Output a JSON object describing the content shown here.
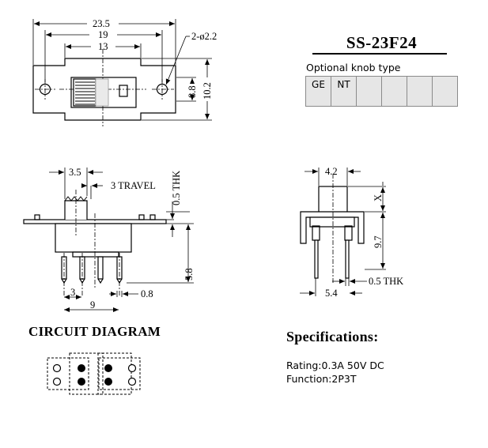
{
  "part_number": "SS-23F24",
  "optional_knob": {
    "label": "Optional knob type",
    "cells": [
      "GE",
      "NT",
      "",
      "",
      "",
      ""
    ]
  },
  "top_view": {
    "dim_overall": "23.5",
    "dim_hole_pitch": "19",
    "dim_slot": "13",
    "dim_holes": "2-ø2.2",
    "dim_height_inner": "8.8",
    "dim_height_outer": "10.2"
  },
  "side_view": {
    "dim_knob_width": "3.5",
    "travel": "3 TRAVEL",
    "thk": "0.5 THK",
    "dim_pin_length": "5.8",
    "dim_pin_pitch": "3",
    "dim_pin_span": "9",
    "dim_pin_width": "0.8"
  },
  "end_view": {
    "dim_knob": "4.2",
    "dim_knob_height": "X",
    "dim_body_height": "9.7",
    "thk": "0.5 THK",
    "dim_pin_span": "5.4"
  },
  "circuit_diagram": {
    "title": "CIRCUIT DIAGRAM"
  },
  "specifications": {
    "title": "Specifications:",
    "rating": "Rating:0.3A 50V DC",
    "function": "Function:2P3T"
  }
}
